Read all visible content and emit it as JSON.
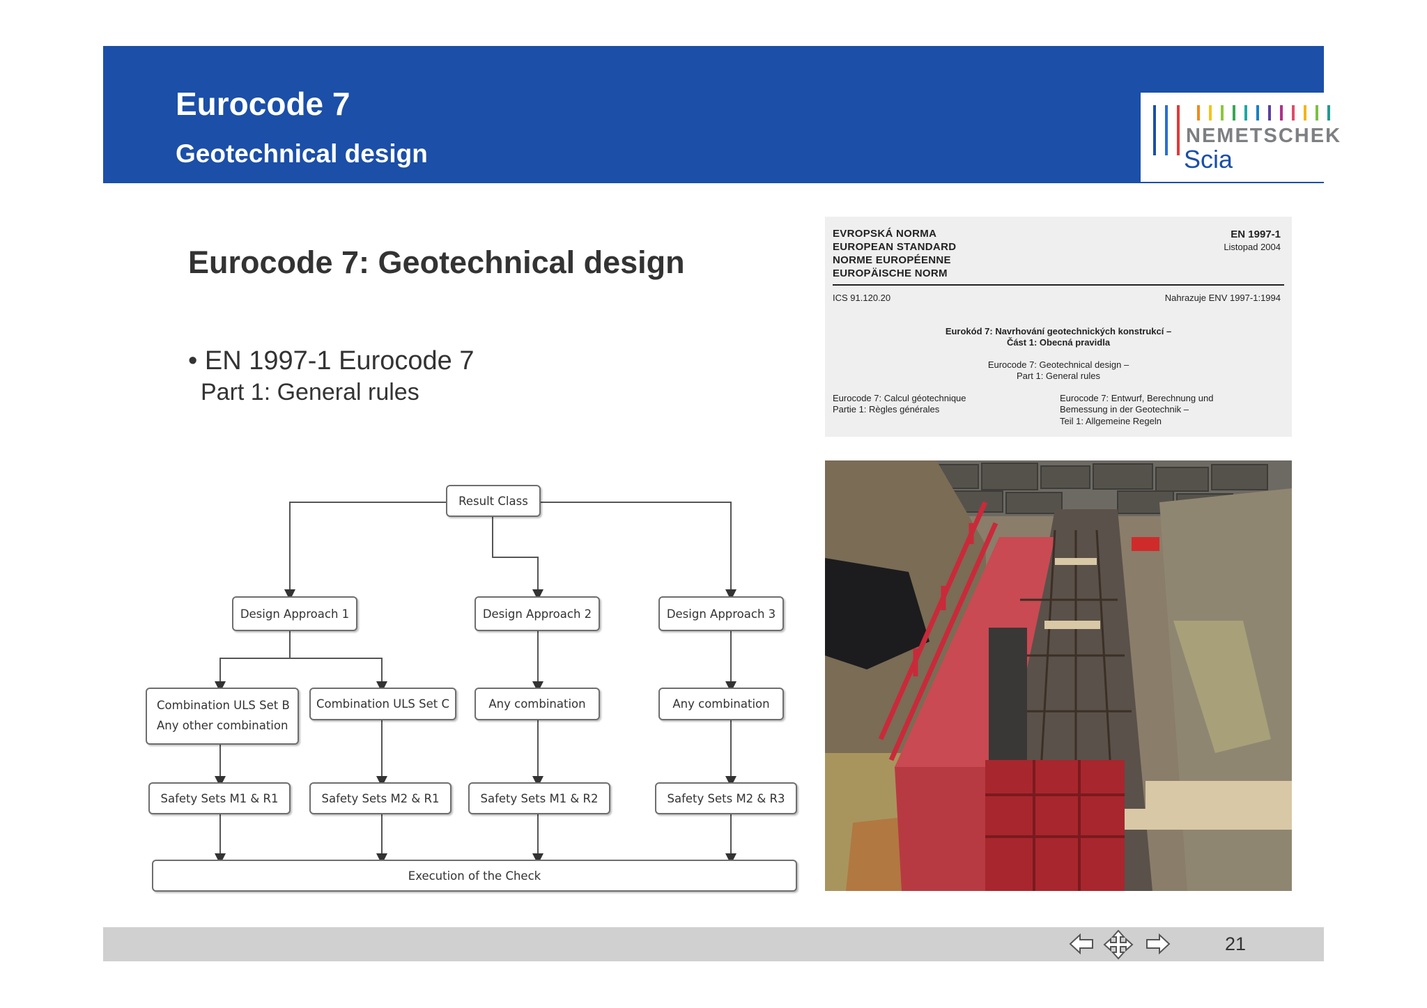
{
  "header": {
    "title": "Eurocode 7",
    "subtitle": "Geotechnical design",
    "logo": {
      "wordmark": "NEMETSCHEK",
      "sub": "Scia",
      "bar_colors": [
        "#1b4fa8",
        "#2a6fd1",
        "#e03a3a",
        "#f08a1c",
        "#f4c41a",
        "#8cc63f",
        "#3aa655",
        "#1fa7a5",
        "#1c7fc4",
        "#5b3fa0",
        "#b0308a",
        "#e04a6a",
        "#f4b41a",
        "#7ac143",
        "#239b8f"
      ]
    }
  },
  "main": {
    "heading": "Eurocode 7: Geotechnical design",
    "bullet": "• EN 1997-1 Eurocode 7",
    "bullet_sub": "Part 1: General rules"
  },
  "standard": {
    "names": [
      "EVROPSKÁ NORMA",
      "EUROPEAN STANDARD",
      "NORME EUROPÉENNE",
      "EUROPÄISCHE NORM"
    ],
    "code": "EN 1997-1",
    "date": "Listopad 2004",
    "ics": "ICS 91.120.20",
    "replaces": "Nahrazuje ENV 1997-1:1994",
    "title_cz_1": "Eurokód 7: Navrhování geotechnických konstrukcí –",
    "title_cz_2": "Část 1: Obecná pravidla",
    "title_en_1": "Eurocode 7: Geotechnical design –",
    "title_en_2": "Part 1: General rules",
    "title_fr_1": "Eurocode 7: Calcul géotechnique",
    "title_fr_2": "Partie 1: Règles générales",
    "title_de_1": "Eurocode 7: Entwurf, Berechnung und",
    "title_de_2": "Bemessung in der Geotechnik –",
    "title_de_3": "Teil 1: Allgemeine Regeln"
  },
  "flowchart": {
    "root": "Result Class",
    "approaches": [
      "Design Approach 1",
      "Design Approach 2",
      "Design Approach 3"
    ],
    "combinations": {
      "da1_b_line1": "Combination ULS Set B",
      "da1_b_line2": "Any other combination",
      "da1_c": "Combination ULS Set C",
      "da2": "Any combination",
      "da3": "Any combination"
    },
    "safety_sets": [
      "Safety Sets M1 & R1",
      "Safety Sets M2 & R1",
      "Safety Sets M1 & R2",
      "Safety Sets M2 & R3"
    ],
    "execution": "Execution of the Check"
  },
  "footer": {
    "page_number": "21",
    "icons": [
      "arrow-left-icon",
      "move-icon",
      "arrow-right-icon"
    ]
  }
}
